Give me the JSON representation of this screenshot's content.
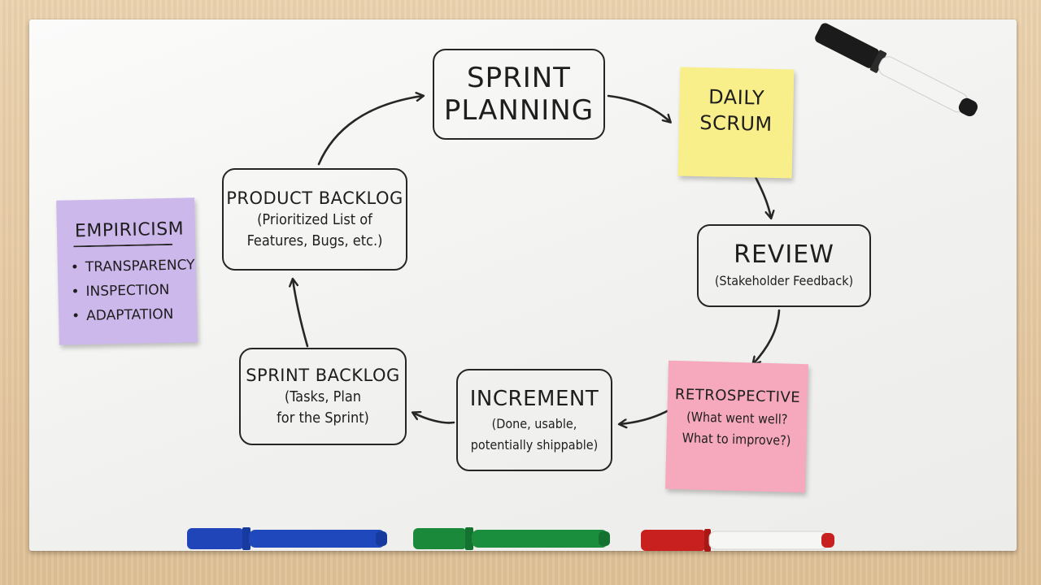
{
  "diagram": {
    "sprint_planning": {
      "line1": "SPRINT",
      "line2": "PLANNING"
    },
    "daily_scrum": {
      "line1": "DAILY",
      "line2": "SCRUM"
    },
    "review": {
      "title": "REVIEW",
      "sub": "(Stakeholder Feedback)"
    },
    "retrospective": {
      "title": "RETROSPECTIVE",
      "line1": "(What went well?",
      "line2": "What to improve?)"
    },
    "increment": {
      "title": "INCREMENT",
      "line1": "(Done, usable,",
      "line2": "potentially shippable)"
    },
    "sprint_backlog": {
      "title": "SPRINT BACKLOG",
      "line1": "(Tasks, Plan",
      "line2": "for the Sprint)"
    },
    "product_backlog": {
      "title": "PRODUCT BACKLOG",
      "line1": "(Prioritized List of",
      "line2": "Features, Bugs, etc.)"
    },
    "empiricism": {
      "title": "EMPIRICISM",
      "items": [
        "TRANSPARENCY",
        "INSPECTION",
        "ADAPTATION"
      ]
    }
  },
  "colors": {
    "yellow_note": "#f8ef8a",
    "pink_note": "#f6a9bd",
    "purple_note": "#cdb8ec",
    "marker_blue": "#1f45b8",
    "marker_green": "#1a8a3a",
    "marker_red": "#c8201e"
  },
  "icons": [
    "black-marker-icon",
    "blue-marker-icon",
    "green-marker-icon",
    "red-marker-icon",
    "arrow-icon"
  ]
}
